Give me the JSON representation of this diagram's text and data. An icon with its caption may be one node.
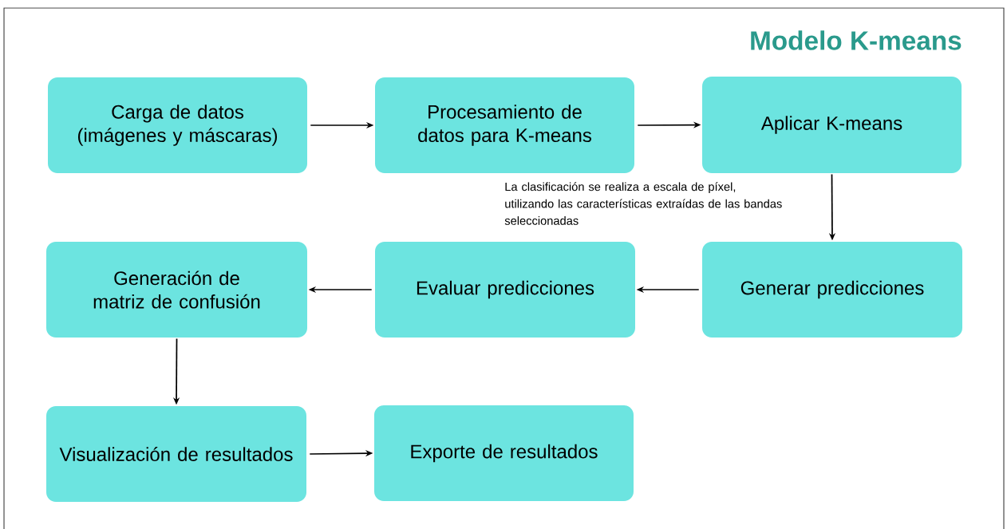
{
  "diagram": {
    "title": "Modelo K-means",
    "nodes": [
      {
        "text": [
          "Carga de datos (imágenes y máscaras)"
        ]
      },
      {
        "text": [
          "Procesamiento de datos para K-means"
        ]
      },
      {
        "text": [
          "Aplicar K-means"
        ]
      },
      {
        "text": [
          "Generación de matriz de confusión"
        ]
      },
      {
        "text": [
          "Evaluar predicciones"
        ]
      },
      {
        "text": [
          "Generar predicciones"
        ]
      },
      {
        "text": [
          "Visualización de resultados"
        ]
      },
      {
        "text": [
          "Exporte de resultados"
        ]
      }
    ],
    "edges": [
      {
        "from": 0,
        "to": 1,
        "arrow": "to"
      },
      {
        "from": 1,
        "to": 2,
        "arrow": "to"
      },
      {
        "from": 2,
        "to": 5,
        "arrow": "to"
      },
      {
        "from": 5,
        "to": 4,
        "arrow": "to"
      },
      {
        "from": 4,
        "to": 3,
        "arrow": "to"
      },
      {
        "from": 3,
        "to": 6,
        "arrow": "to"
      },
      {
        "from": 6,
        "to": 7,
        "arrow": "to"
      }
    ],
    "labels": [
      "La clasificación se realiza a escala de píxel, utilizando las características extraídas de las bandas seleccionadas"
    ]
  }
}
